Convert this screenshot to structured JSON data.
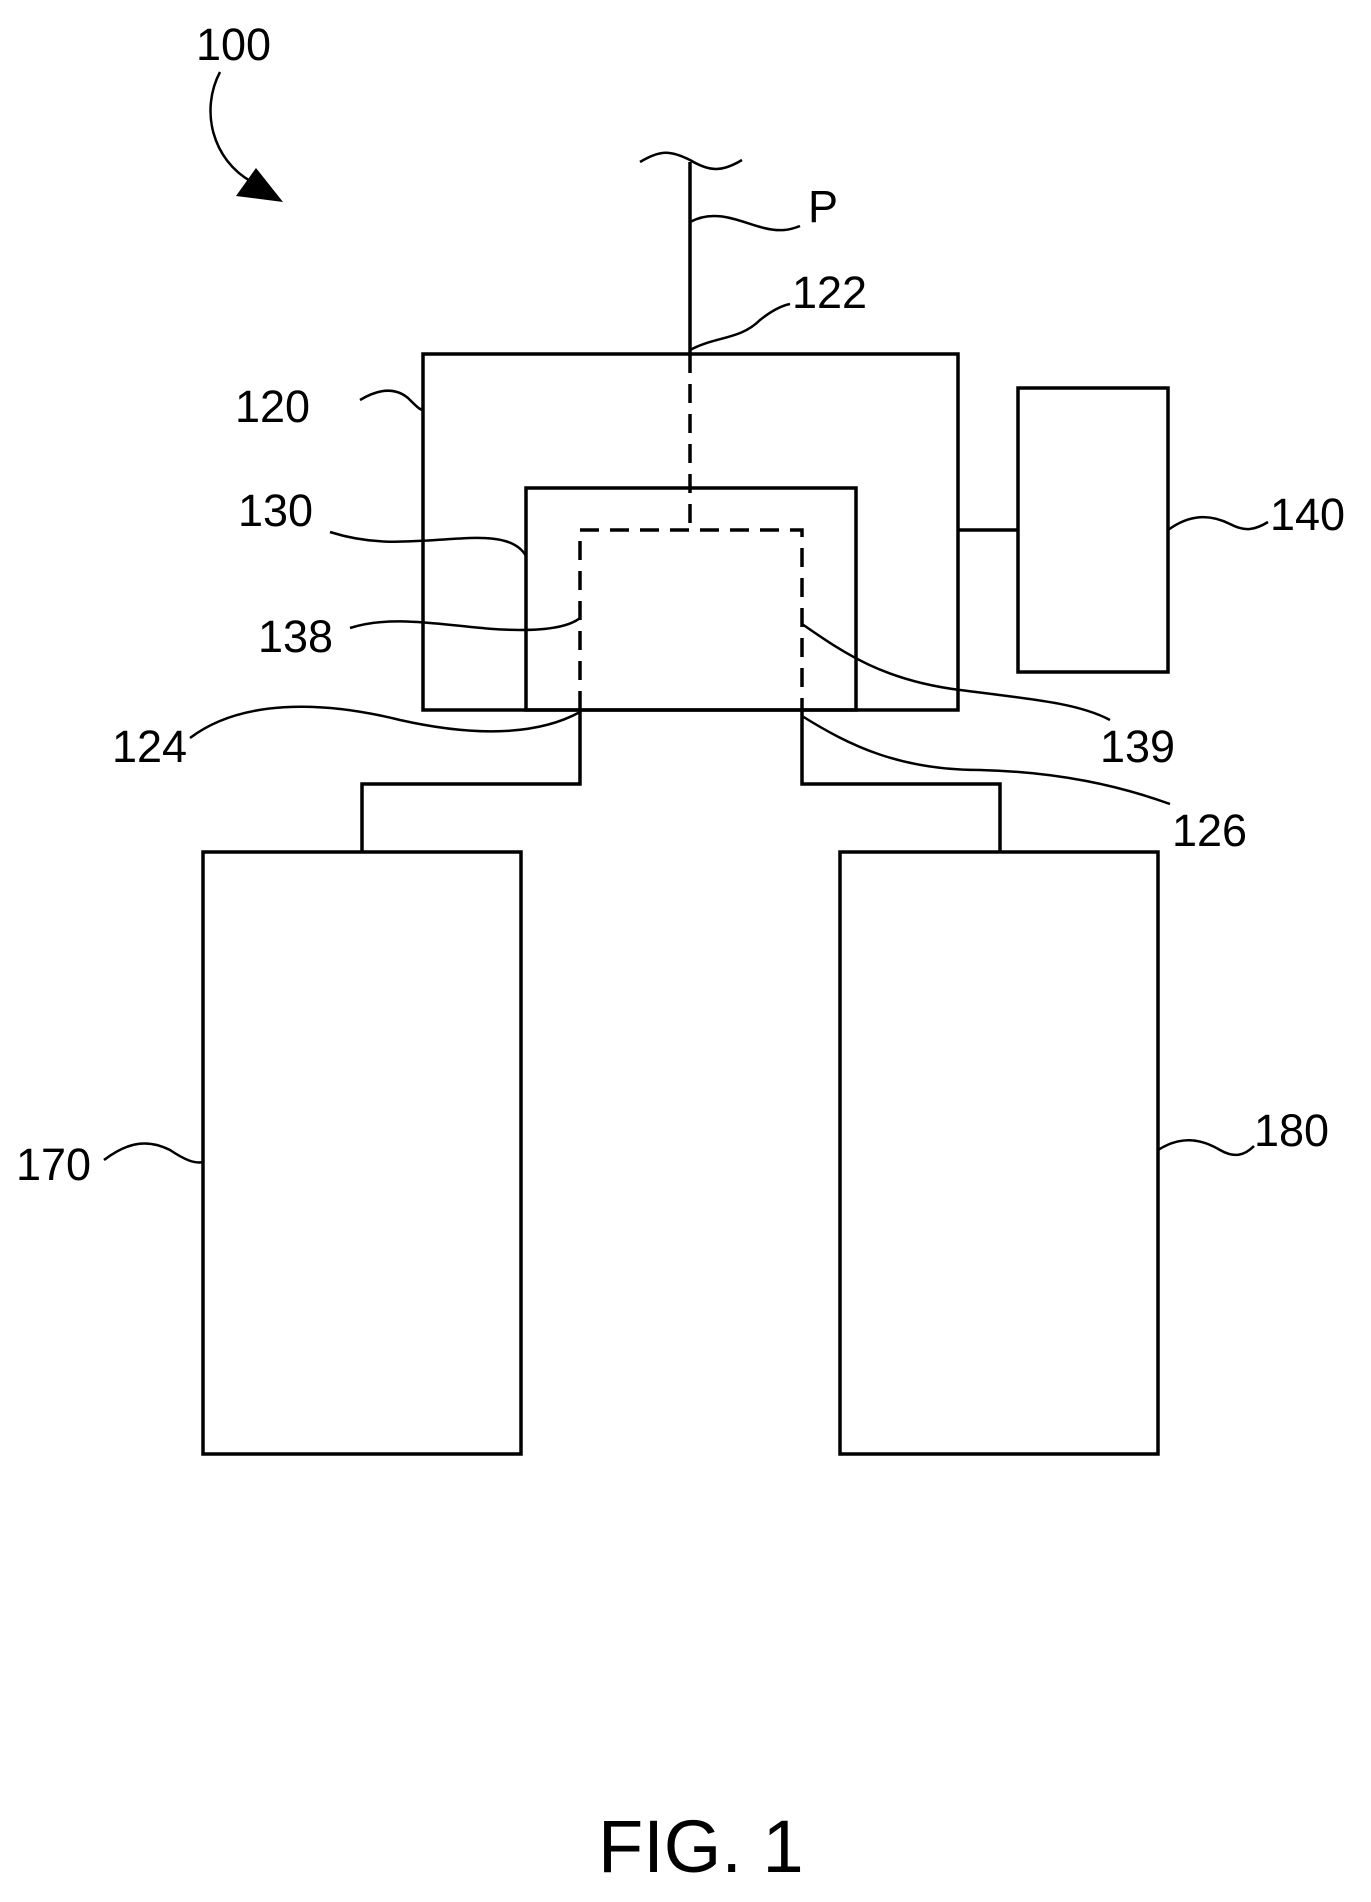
{
  "figure": {
    "caption": "FIG. 1",
    "reference_numerals": {
      "system": "100",
      "housing": "120",
      "inlet_port": "122",
      "first_outlet_port": "124",
      "second_outlet_port": "126",
      "inner_chamber": "130",
      "inner_path_left": "138",
      "inner_path_right": "139",
      "side_module": "140",
      "left_tank": "170",
      "right_tank": "180",
      "input_line": "P"
    }
  }
}
